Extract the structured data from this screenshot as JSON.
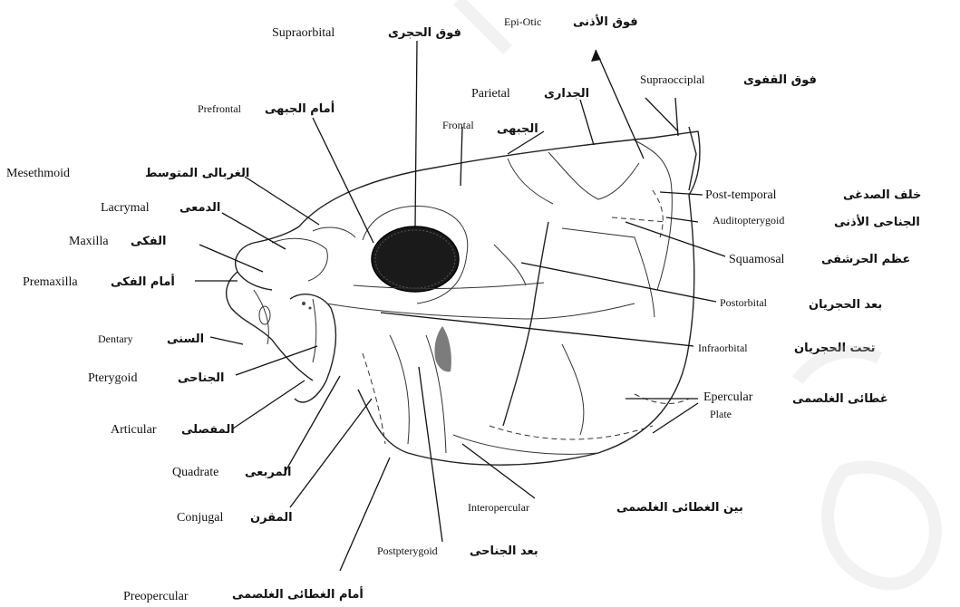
{
  "labels": [
    {
      "key": "supraorbital",
      "en": "Supraorbital",
      "ar": "فوق الحجرى"
    },
    {
      "key": "epi_otic",
      "en": "Epi-Otic",
      "ar": "فوق الأذنى"
    },
    {
      "key": "supraocciplal",
      "en": "Supraocciplal",
      "ar": "فوق القفوى"
    },
    {
      "key": "parietal",
      "en": "Parietal",
      "ar": "الجدارى"
    },
    {
      "key": "prefrontal",
      "en": "Prefrontal",
      "ar": "أمام الجبهى"
    },
    {
      "key": "frontal",
      "en": "Frontal",
      "ar": "الجبهى"
    },
    {
      "key": "mesethmoid",
      "en": "Mesethmoid",
      "ar": "الغربالى المتوسط"
    },
    {
      "key": "lacrymal",
      "en": "Lacrymal",
      "ar": "الدمعى"
    },
    {
      "key": "maxilla",
      "en": "Maxilla",
      "ar": "الفكى"
    },
    {
      "key": "premaxilla",
      "en": "Premaxilla",
      "ar": "أمام الفكى"
    },
    {
      "key": "dentary",
      "en": "Dentary",
      "ar": "السنى"
    },
    {
      "key": "pterygoid",
      "en": "Pterygoid",
      "ar": "الجناحى"
    },
    {
      "key": "articular",
      "en": "Articular",
      "ar": "المفصلى"
    },
    {
      "key": "quadrate",
      "en": "Quadrate",
      "ar": "المربعى"
    },
    {
      "key": "conjugal",
      "en": "Conjugal",
      "ar": "المقرن"
    },
    {
      "key": "preopercular",
      "en": "Preopercular",
      "ar": "أمام الغطائى الغلصمى"
    },
    {
      "key": "postpterygoid",
      "en": "Postpterygoid",
      "ar": "بعد الجناحى"
    },
    {
      "key": "interopercular",
      "en": "Interopercular",
      "ar": "بين الغطائى الغلصمى"
    },
    {
      "key": "epercular_plate",
      "en": "Epercular Plate",
      "ar": "غطائى الغلصمى"
    },
    {
      "key": "infraorbital",
      "en": "Infraorbital",
      "ar": "تحت الحجريان"
    },
    {
      "key": "postorbital",
      "en": "Postorbital",
      "ar": "بعد الحجريان"
    },
    {
      "key": "squamosal",
      "en": "Squamosal",
      "ar": "عظم الحرشفى"
    },
    {
      "key": "auditopterygoid",
      "en": "Auditopterygoid",
      "ar": "الجناحى الأذنى"
    },
    {
      "key": "post_temporal",
      "en": "Post-temporal",
      "ar": "خلف الصدغى"
    }
  ]
}
